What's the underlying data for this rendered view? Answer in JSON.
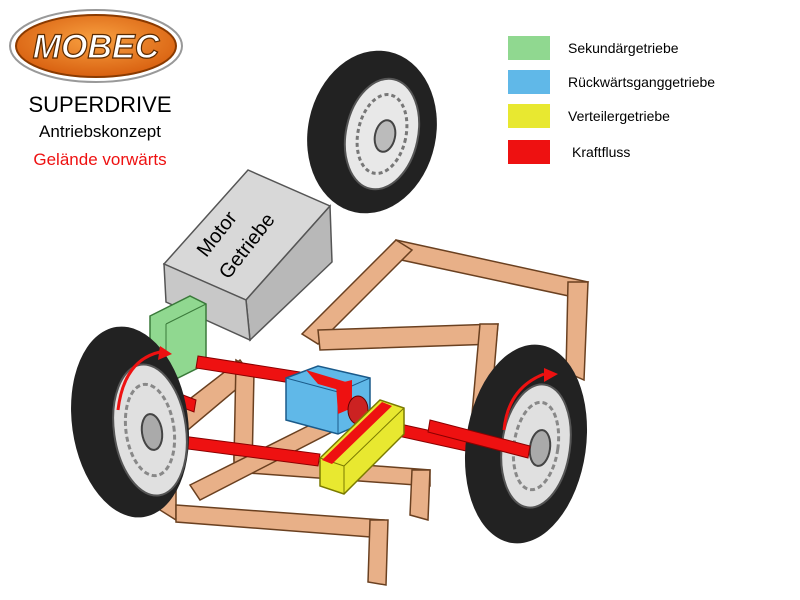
{
  "logo": {
    "text": "MOBEC"
  },
  "heading": {
    "title": "SUPERDRIVE",
    "subtitle": "Antriebskonzept",
    "mode": "Gelände vorwärts"
  },
  "colors": {
    "title": "#000000",
    "mode": "#ee1111",
    "secondary_gear": "#90d890",
    "reverse_gear": "#60b8e8",
    "transfer_gear": "#e8e830",
    "power_flow": "#ee1111",
    "frame": "#e8b088",
    "engine": "#c8c8c8",
    "tire": "#222222"
  },
  "legend": [
    {
      "label": "Sekundärgetriebe",
      "color": "#90d890"
    },
    {
      "label": "Rückwärtsganggetriebe",
      "color": "#60b8e8"
    },
    {
      "label": "Verteilergetriebe",
      "color": "#e8e830"
    },
    {
      "label": "Kraftfluss",
      "color": "#ee1111"
    }
  ],
  "engine_block": {
    "line1": "Motor",
    "line2": "Getriebe"
  }
}
